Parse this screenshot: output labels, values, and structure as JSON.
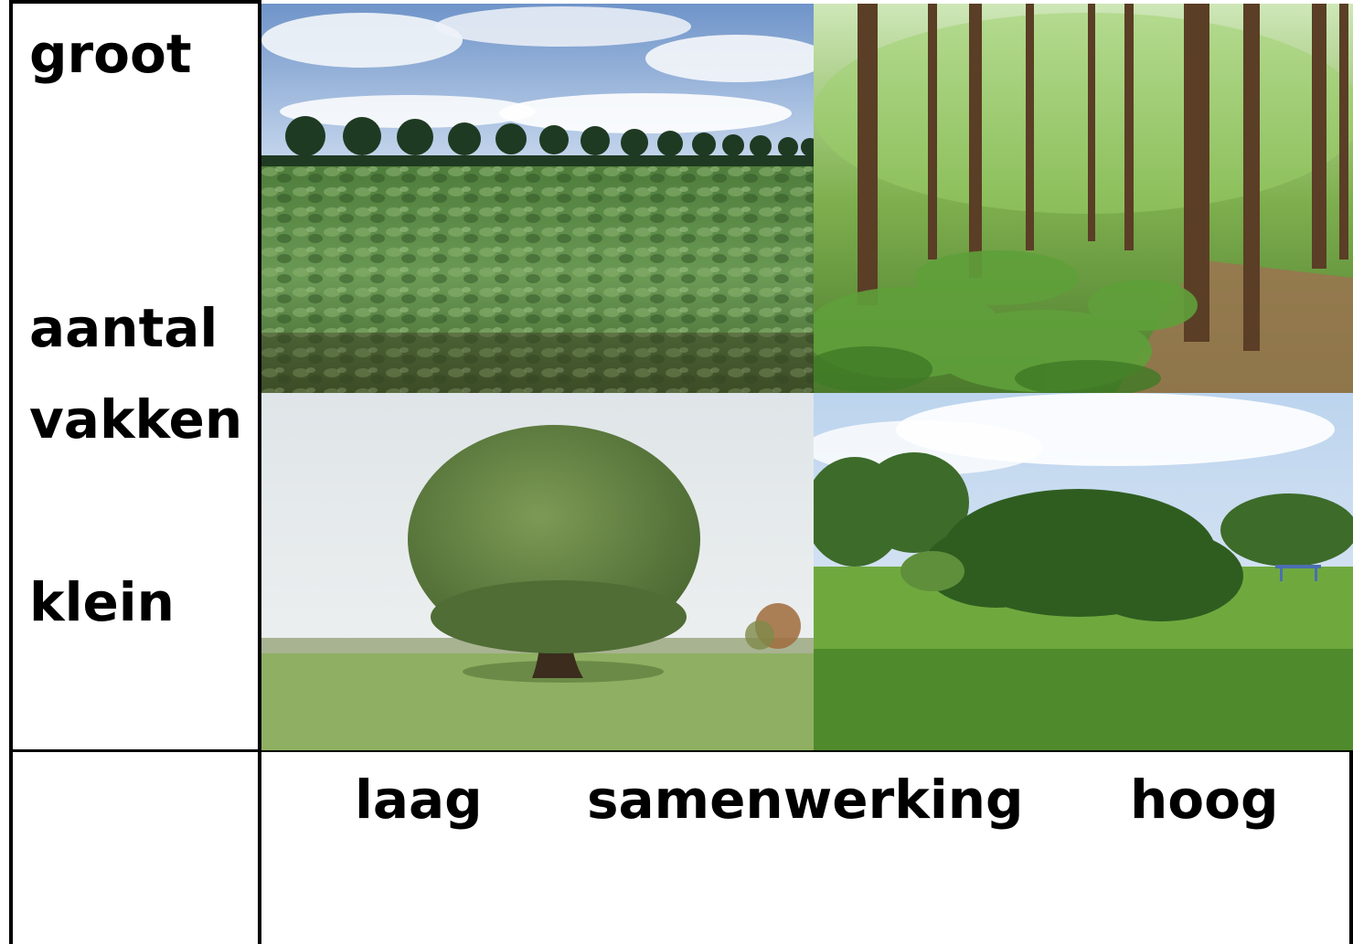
{
  "y_axis": {
    "top_label": "groot",
    "middle_label_line1": "aantal",
    "middle_label_line2": "vakken",
    "bottom_label": "klein"
  },
  "x_axis": {
    "left_label": "laag",
    "middle_label": "samenwerking",
    "right_label": "hoog"
  },
  "panels": [
    {
      "position": "top-left",
      "subject": "crop field with row of trees"
    },
    {
      "position": "top-right",
      "subject": "forest with ferns and path"
    },
    {
      "position": "bottom-left",
      "subject": "single large tree in meadow"
    },
    {
      "position": "bottom-right",
      "subject": "park with shrubs and grassland"
    }
  ],
  "colors": {
    "frame": "#000000",
    "background": "#ffffff"
  }
}
